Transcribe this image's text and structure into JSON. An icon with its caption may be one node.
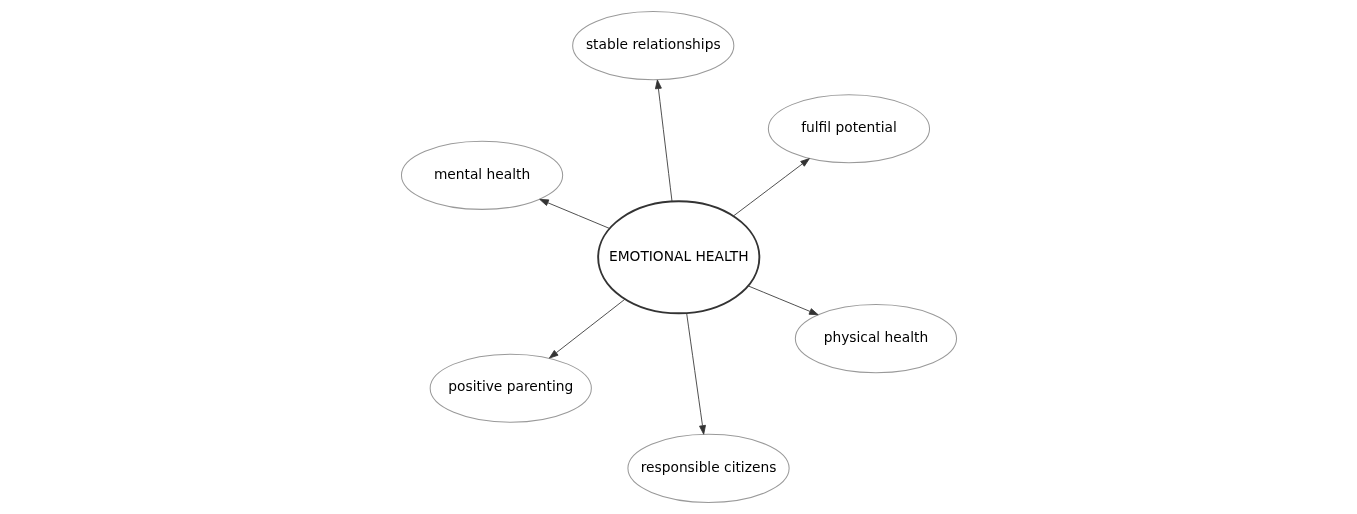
{
  "diagram": {
    "nodes": [
      {
        "text": [
          "mental health"
        ]
      },
      {
        "text": [
          "physical health"
        ]
      },
      {
        "text": [
          "responsible citizens"
        ]
      },
      {
        "text": [
          "EMOTIONAL HEALTH"
        ]
      },
      {
        "text": [
          "fulfil potential"
        ]
      },
      {
        "text": [
          "stable relationships"
        ]
      },
      {
        "text": [
          "positive parenting"
        ]
      }
    ],
    "edges": [
      {
        "from": 3,
        "to": 0,
        "arrow": "to"
      },
      {
        "from": 3,
        "to": 1,
        "arrow": "to"
      },
      {
        "from": 3,
        "to": 2,
        "arrow": "to"
      },
      {
        "from": 3,
        "to": 4,
        "arrow": "to"
      },
      {
        "from": 3,
        "to": 5,
        "arrow": "to"
      },
      {
        "from": 3,
        "to": 6,
        "arrow": "to"
      }
    ]
  }
}
